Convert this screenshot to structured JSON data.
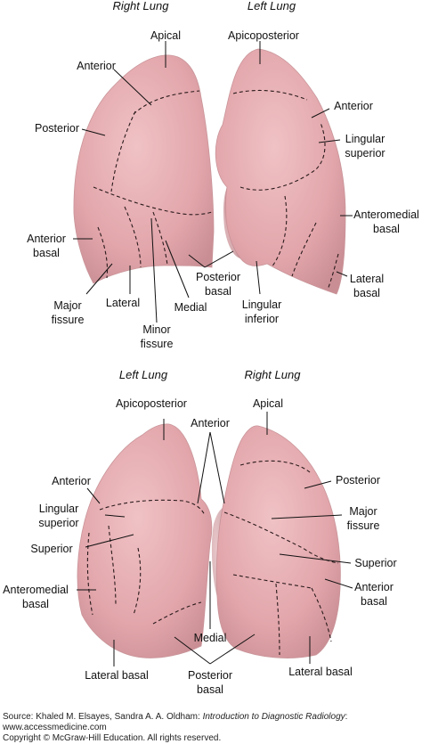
{
  "top_view": {
    "left_title": "Right Lung",
    "right_title": "Left Lung",
    "labels": {
      "apical": "Apical",
      "anterior": "Anterior",
      "posterior": "Posterior",
      "anterior_basal": [
        "Anterior",
        "basal"
      ],
      "major_fissure": [
        "Major",
        "fissure"
      ],
      "lateral": "Lateral",
      "minor_fissure": [
        "Minor",
        "fissure"
      ],
      "medial": "Medial",
      "posterior_basal": [
        "Posterior",
        "basal"
      ],
      "lingular_inferior": [
        "Lingular",
        "inferior"
      ],
      "lateral_basal": [
        "Lateral",
        "basal"
      ],
      "anteromedial_basal": [
        "Anteromedial",
        "basal"
      ],
      "lingular_superior": [
        "Lingular",
        "superior"
      ],
      "left_anterior": "Anterior",
      "apicoposterior": "Apicoposterior"
    }
  },
  "bottom_view": {
    "left_title": "Left Lung",
    "right_title": "Right Lung",
    "labels": {
      "apicoposterior": "Apicoposterior",
      "anterior_top": "Anterior",
      "apical": "Apical",
      "anterior_left": "Anterior",
      "lingular_superior": [
        "Lingular",
        "superior"
      ],
      "superior_left": "Superior",
      "anteromedial_basal": [
        "Anteromedial",
        "basal"
      ],
      "lateral_basal_left": "Lateral basal",
      "posterior_basal": [
        "Posterior",
        "basal"
      ],
      "medial": "Medial",
      "posterior": "Posterior",
      "major_fissure": [
        "Major",
        "fissure"
      ],
      "superior_right": "Superior",
      "anterior_basal": [
        "Anterior",
        "basal"
      ],
      "lateral_basal_right": "Lateral basal"
    }
  },
  "colors": {
    "lung_fill": "#e3a9ad",
    "lung_shadow": "#b87f86",
    "segment_line": "#2a1a1c"
  },
  "source": {
    "prefix": "Source: Khaled M. Elsayes, Sandra A. A. Oldham: ",
    "book": "Introduction to Diagnostic Radiology",
    "suffix": ":",
    "url": "www.accessmedicine.com",
    "copyright": "Copyright © McGraw-Hill Education. All rights reserved."
  }
}
